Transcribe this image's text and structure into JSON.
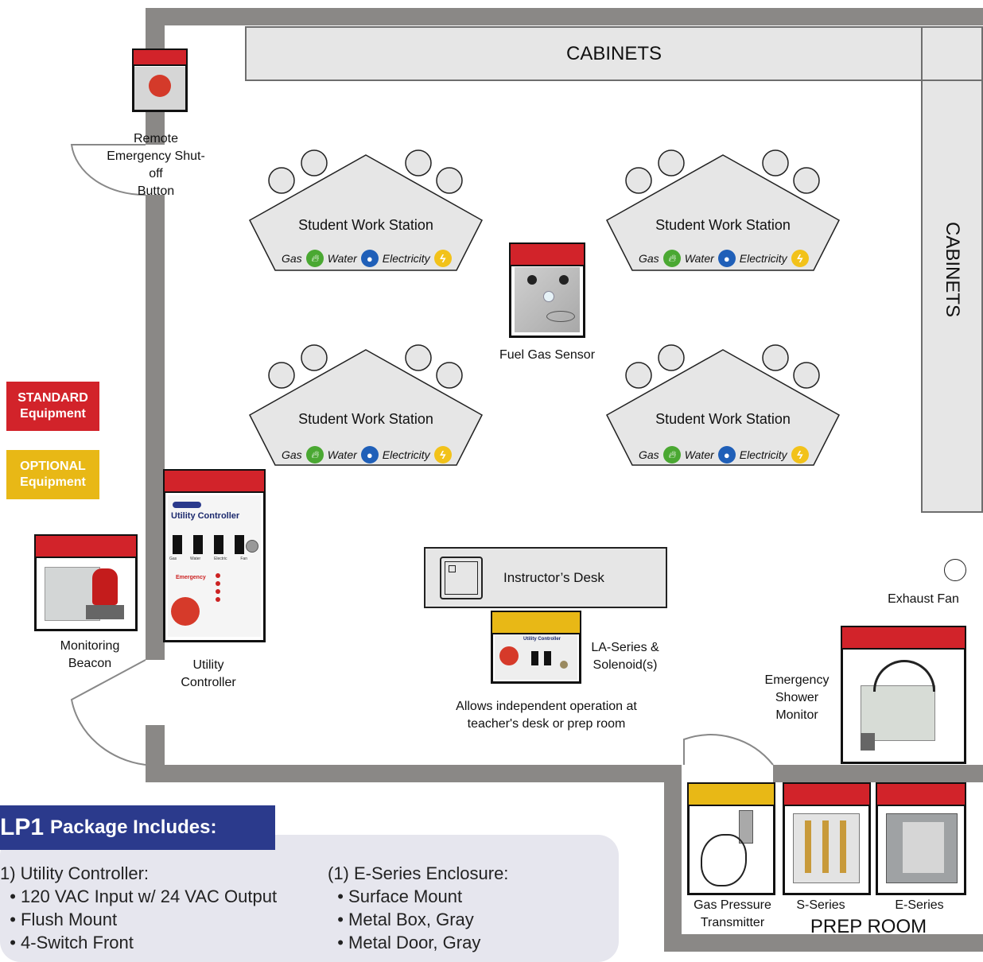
{
  "room": {
    "cabinets_top": "CABINETS",
    "cabinets_side": "CABINETS",
    "prep_room": "PREP ROOM"
  },
  "stations": [
    {
      "title": "Student Work Station",
      "gas": "Gas",
      "water": "Water",
      "electricity": "Electricity"
    },
    {
      "title": "Student Work Station",
      "gas": "Gas",
      "water": "Water",
      "electricity": "Electricity"
    },
    {
      "title": "Student Work Station",
      "gas": "Gas",
      "water": "Water",
      "electricity": "Electricity"
    },
    {
      "title": "Student Work Station",
      "gas": "Gas",
      "water": "Water",
      "electricity": "Electricity"
    }
  ],
  "equipment": {
    "remote_button": "Remote\nEmergency Shut-off\nButton",
    "fuel_gas_sensor": "Fuel Gas Sensor",
    "monitoring_beacon": "Monitoring\nBeacon",
    "utility_controller": "Utility\nController",
    "instructors_desk": "Instructor’s Desk",
    "la_series": "LA-Series &\nSolenoid(s)",
    "la_note": "Allows independent operation at\nteacher's desk or prep room",
    "exhaust_fan": "Exhaust Fan",
    "shower_monitor": "Emergency\nShower\nMonitor",
    "gas_pressure": "Gas Pressure\nTransmitter",
    "s_series": "S-Series",
    "e_series": "E-Series"
  },
  "device_text": {
    "utility_controller_title": "Utility Controller",
    "utility_controller_emergency": "Emergency",
    "switch_labels": [
      "Gas",
      "Water",
      "Electric",
      "Fan"
    ],
    "la_title": "Utility Controller"
  },
  "legend": {
    "standard_line1": "STANDARD",
    "standard_line2": "Equipment",
    "optional_line1": "OPTIONAL",
    "optional_line2": "Equipment"
  },
  "colors": {
    "standard": "#d2232a",
    "optional": "#e8b816",
    "gas_icon": "#4aa832",
    "water_icon": "#1f5fb8",
    "electric_icon": "#f2c21a",
    "package_header": "#2b3a8c",
    "wall": "#8a8886"
  },
  "package": {
    "title_code": "LP1",
    "title_rest": "Package Includes:",
    "col1": [
      "1) Utility Controller:",
      "  • 120 VAC Input w/ 24 VAC Output",
      "  • Flush Mount",
      "  • 4-Switch Front"
    ],
    "col2": [
      "(1) E-Series Enclosure:",
      "  • Surface Mount",
      "  • Metal Box, Gray",
      "  • Metal Door, Gray"
    ]
  }
}
